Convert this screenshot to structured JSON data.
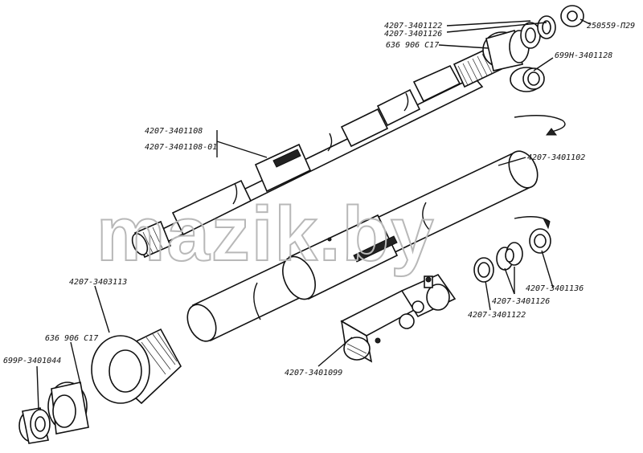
{
  "labels": {
    "nut_top": "250559-П29",
    "part_4207_3401122_top": "4207-3401122",
    "part_4207_3401126_top": "4207-3401126",
    "bearing_636906c17_top": "636 906 С17",
    "part_699n_3401128": "699Н-3401128",
    "shaft_4207_3401108": "4207-3401108",
    "shaft_4207_3401108_01": "4207-3401108-01",
    "tube_4207_3401102": "4207-3401102",
    "part_4207_3401136": "4207-3401136",
    "part_4207_3401126_right": "4207-3401126",
    "part_4207_3401122_right": "4207-3401122",
    "joint_4207_3401099": "4207-3401099",
    "cone_4207_3403113": "4207-3403113",
    "bearing_636906c17_bottom": "636 906 С17",
    "part_699r_3401044": "699Р-3401044"
  },
  "watermark": "mazik.by",
  "colors": {
    "ink": "#111111",
    "watermark": "#b8b8b8",
    "background": "#ffffff"
  }
}
